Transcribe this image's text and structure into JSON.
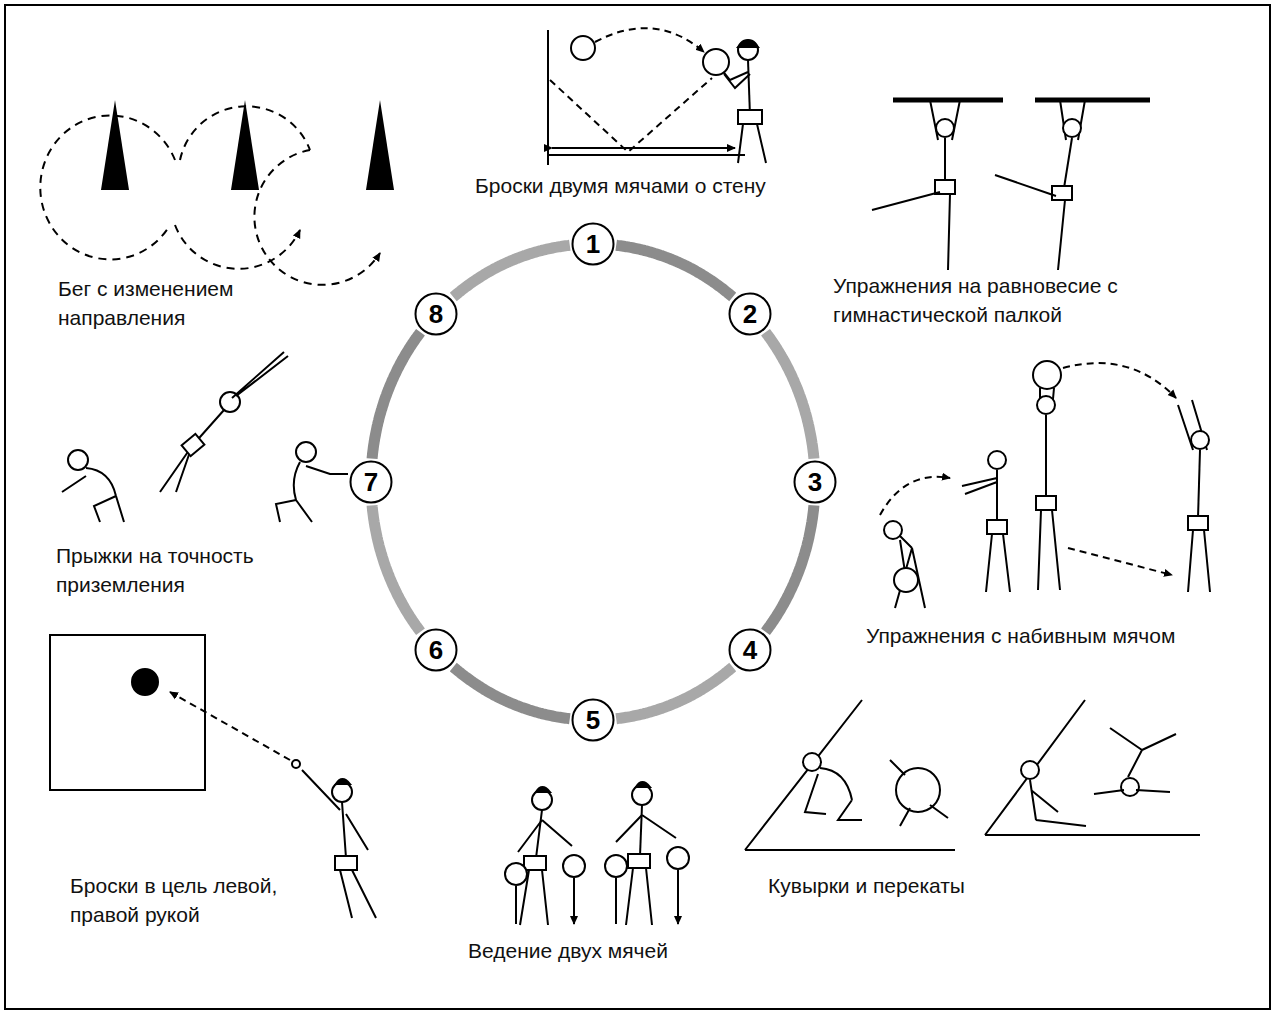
{
  "diagram": {
    "nodes": [
      {
        "text": [
          "1"
        ]
      },
      {
        "text": [
          "2"
        ]
      },
      {
        "text": [
          "3"
        ]
      },
      {
        "text": [
          "4"
        ]
      },
      {
        "text": [
          "5"
        ]
      },
      {
        "text": [
          "6"
        ]
      },
      {
        "text": [
          "7"
        ]
      },
      {
        "text": [
          "8"
        ]
      }
    ],
    "edges": [
      {
        "from": 0,
        "to": 1,
        "arrow": "none"
      },
      {
        "from": 1,
        "to": 2,
        "arrow": "none"
      },
      {
        "from": 2,
        "to": 3,
        "arrow": "none"
      },
      {
        "from": 3,
        "to": 4,
        "arrow": "none"
      },
      {
        "from": 4,
        "to": 5,
        "arrow": "none"
      },
      {
        "from": 5,
        "to": 6,
        "arrow": "none"
      },
      {
        "from": 6,
        "to": 7,
        "arrow": "none"
      },
      {
        "from": 7,
        "to": 0,
        "arrow": "none"
      }
    ],
    "labels": [
      "Броски двумя мячами о стену",
      "Упражнения на равновесие с гимнастической палкой",
      "Упражнения с набивным мячом",
      "Кувырки и перекаты",
      "Ведение двух мячей",
      "Броски в цель левой, правой рукой",
      "Прыжки на точность приземления",
      "Бег с изменением направления"
    ]
  }
}
